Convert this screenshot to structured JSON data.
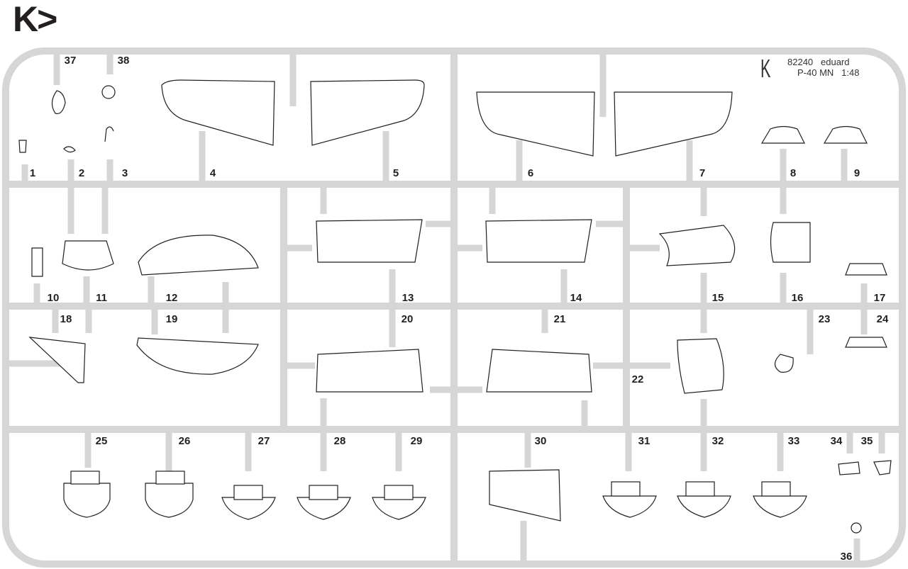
{
  "logo": "K>",
  "sprue_info": {
    "letter": "K",
    "code": "82240",
    "brand": "eduard",
    "model": "P-40 MN",
    "scale": "1:48"
  },
  "colors": {
    "sprue": "#d6d6d6",
    "ink": "#231f20"
  },
  "part_numbers": [
    "1",
    "2",
    "3",
    "4",
    "5",
    "6",
    "7",
    "8",
    "9",
    "10",
    "11",
    "12",
    "13",
    "14",
    "15",
    "16",
    "17",
    "18",
    "19",
    "20",
    "21",
    "22",
    "23",
    "24",
    "25",
    "26",
    "27",
    "28",
    "29",
    "30",
    "31",
    "32",
    "33",
    "34",
    "35",
    "36",
    "37",
    "38"
  ]
}
